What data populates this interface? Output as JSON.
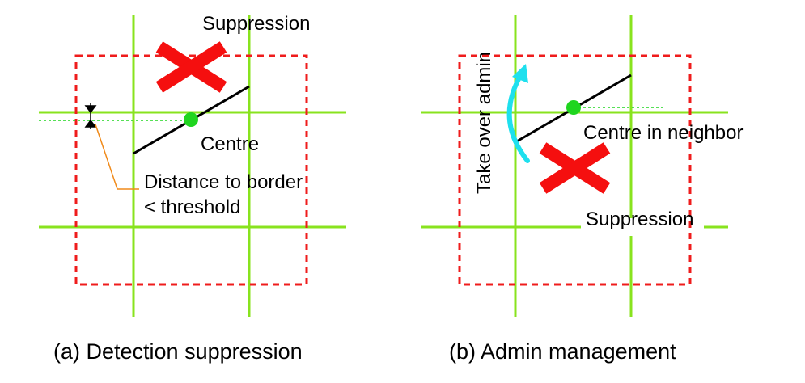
{
  "colors": {
    "grid": "#88e31e",
    "border": "#ef1c1c",
    "cross": "#f50f0f",
    "centre": "#1fd51f",
    "arrow": "#1ee0ee",
    "leader": "#f08a1a",
    "line": "#000000"
  },
  "panel_a": {
    "suppression_label": "Suppression",
    "centre_label": "Centre",
    "distance_label_line1": "Distance to border",
    "distance_label_line2": "< threshold",
    "caption": "(a) Detection suppression"
  },
  "panel_b": {
    "take_over_label": "Take over admin",
    "centre_label": "Centre in neighbor",
    "suppression_label": "Suppression",
    "caption": "(b) Admin management"
  }
}
